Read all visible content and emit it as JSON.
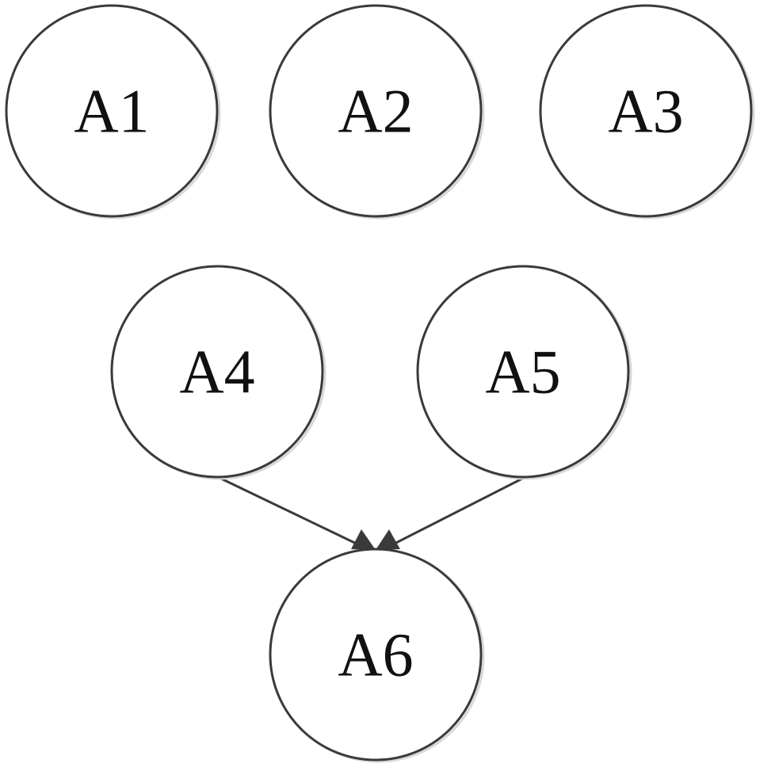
{
  "diagram": {
    "nodes": [
      {
        "id": "A1",
        "label": "A1"
      },
      {
        "id": "A2",
        "label": "A2"
      },
      {
        "id": "A3",
        "label": "A3"
      },
      {
        "id": "A4",
        "label": "A4"
      },
      {
        "id": "A5",
        "label": "A5"
      },
      {
        "id": "A6",
        "label": "A6"
      }
    ],
    "edges": [
      {
        "from": "A4",
        "to": "A6"
      },
      {
        "from": "A5",
        "to": "A6"
      }
    ],
    "colors": {
      "stroke": "#3a3a3a",
      "text": "#111111",
      "background": "#ffffff"
    }
  }
}
